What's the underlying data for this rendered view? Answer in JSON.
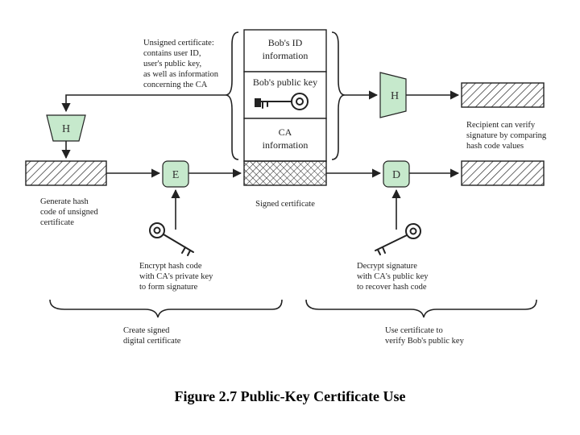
{
  "caption": "Figure 2.7  Public-Key Certificate Use",
  "certificate": {
    "id_info": [
      "Bob's ID",
      "information"
    ],
    "public_key": "Bob's public key",
    "ca_info": [
      "CA",
      "information"
    ],
    "signed_label": "Signed certificate"
  },
  "unsigned_note": [
    "Unsigned certificate:",
    "contains user ID,",
    "user's public key,",
    "as well as information",
    "concerning the CA"
  ],
  "functions": {
    "hash_left": "H",
    "encrypt": "E",
    "hash_right": "H",
    "decrypt": "D"
  },
  "notes": {
    "generate_hash": [
      "Generate hash",
      "code of unsigned",
      "certificate"
    ],
    "encrypt_note": [
      "Encrypt hash code",
      "with CA's private key",
      "to form signature"
    ],
    "decrypt_note": [
      "Decrypt signature",
      "with CA's public key",
      "to recover hash code"
    ],
    "recipient_note": [
      "Recipient can verify",
      "signature by comparing",
      "hash code values"
    ]
  },
  "sections": {
    "left": [
      "Create signed",
      "digital certificate"
    ],
    "right": [
      "Use certificate to",
      "verify Bob's public key"
    ]
  },
  "colors": {
    "function_fill": "#c6e9cc",
    "line": "#222222"
  },
  "icons": [
    "key-icon-certificate",
    "key-icon-private",
    "key-icon-public"
  ]
}
